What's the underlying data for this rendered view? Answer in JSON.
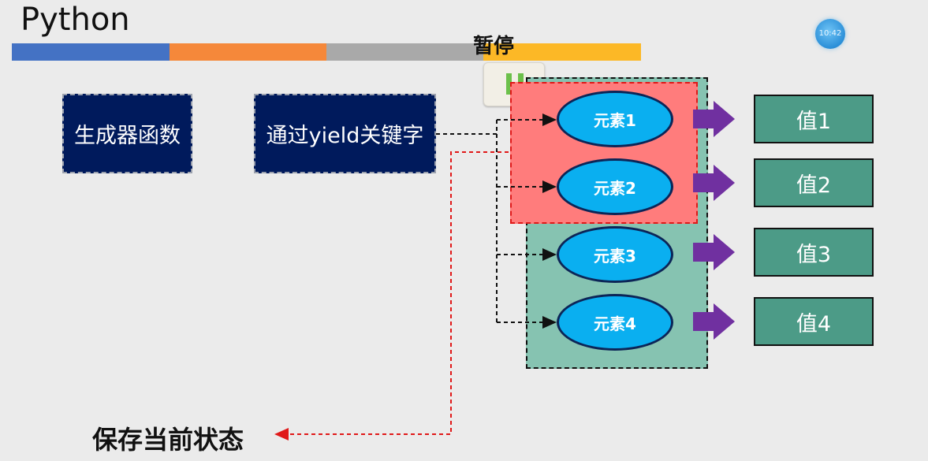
{
  "header": {
    "title": "Python",
    "pause_label": "暂停",
    "clock_text": "10:42"
  },
  "colors": {
    "bar_blue": "#4472c4",
    "bar_orange": "#f5883a",
    "bar_gray": "#a9a9a9",
    "bar_yellow": "#fcb826",
    "dark_box": "#001a5c",
    "element_fill": "#0aaff0",
    "value_fill": "#4c9b87",
    "red_region": "#ff7c7c",
    "green_region": "#86c3b1",
    "arrow_purple": "#7030a0"
  },
  "diagram": {
    "generator_function": "生成器函数",
    "yield_keyword": "通过yield关键字",
    "elements": [
      "元素1",
      "元素2",
      "元素3",
      "元素4"
    ],
    "values": [
      "值1",
      "值2",
      "值3",
      "值4"
    ],
    "save_state": "保存当前状态"
  }
}
